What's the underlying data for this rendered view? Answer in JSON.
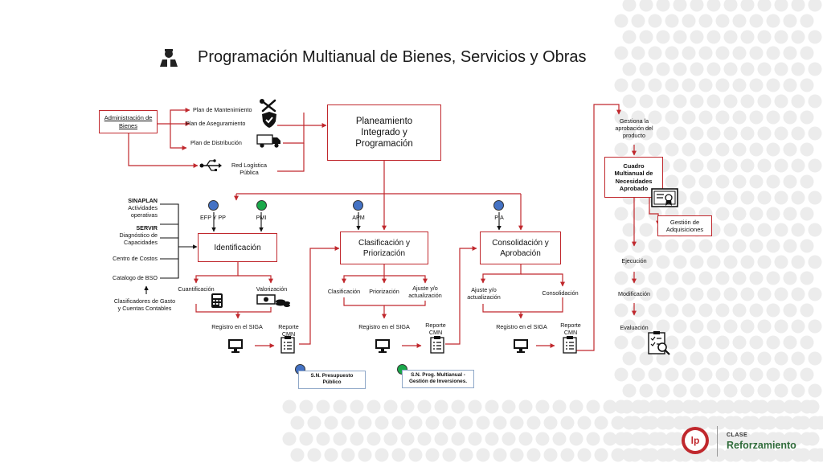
{
  "title": "Programación Multianual de Bienes, Servicios y Obras",
  "colors": {
    "accent": "#c0282d",
    "blue": "#4472c4",
    "green": "#1aa84a",
    "brand": "#2f6b3a"
  },
  "top": {
    "admin": "Administración de Bienes",
    "plan_mantenimiento": "Plan de Mantenimiento",
    "plan_aseguramiento": "Plan de Aseguramiento",
    "plan_distribucion": "Plan de Distribución",
    "red_logistica": "Red Logística Pública",
    "planeamiento": "Planeamiento Integrado y Programación"
  },
  "inputs": {
    "sinaplan": "SINAPLAN",
    "actividades": "Actividades operativas",
    "servir": "SERVIR",
    "diagnostico": "Diagnóstico de Capacidades",
    "centro_costos": "Centro de Costos",
    "catalogo": "Catalogo de BSO",
    "clasificadores": "Clasificadores de Gasto y Cuentas Contables"
  },
  "stage1": {
    "circle1_label": "EFP Y PP",
    "circle2_label": "PMI",
    "box": "Identificación",
    "cuantificacion": "Cuantificación",
    "valorizacion": "Valorización",
    "registro": "Registro en el SIGA",
    "reporte": "Reporte CMN"
  },
  "stage2": {
    "circle_label": "APM",
    "box": "Clasificación y Priorización",
    "clasificacion": "Clasificación",
    "priorizacion": "Priorización",
    "ajuste": "Ajuste y/o actualización",
    "registro": "Registro en el SIGA",
    "reporte": "Reporte CMN"
  },
  "stage3": {
    "circle_label": "PIA",
    "box": "Consolidación y Aprobación",
    "ajuste": "Ajuste y/o actualización",
    "consolidacion": "Consolidación",
    "registro": "Registro en el SIGA",
    "reporte": "Reporte CMN"
  },
  "right": {
    "gestiona": "Gestiona la aprobación del producto",
    "cuadro": "Cuadro Multianual de Necesidades Aprobado",
    "gestion_adq": "Gestión de Adquisiciones",
    "ejecucion": "Ejecución",
    "modificacion": "Modificación",
    "evaluacion": "Evaluación"
  },
  "legend": {
    "sn_presupuesto": "S.N. Presupuesto Público",
    "sn_prog": "S.N. Prog. Multianual - Gestión de Inversiones."
  },
  "brand": {
    "clase": "CLASE",
    "name": "Reforzamiento",
    "logo": "lp"
  }
}
